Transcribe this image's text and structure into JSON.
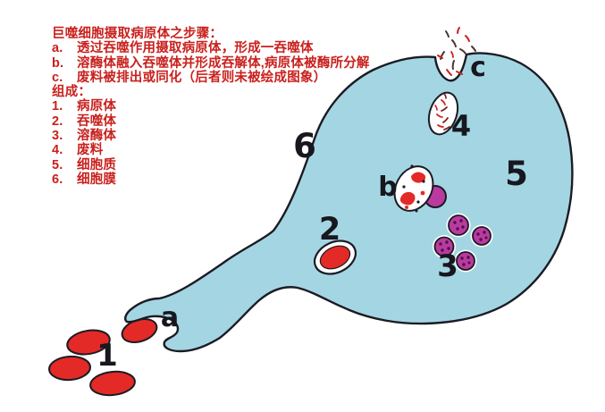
{
  "legend": {
    "title": "巨噬细胞摄取病原体之步骤：",
    "steps": [
      {
        "key": "a.",
        "text": "透过吞噬作用摄取病原体，形成一吞噬体"
      },
      {
        "key": "b.",
        "text": "溶酶体融入吞噬体并形成吞解体,病原体被酶所分解"
      },
      {
        "key": "c.",
        "text": "废料被排出或同化（后者则未被绘成图象）"
      }
    ],
    "components_title": "组成：",
    "components": [
      {
        "key": "1.",
        "text": "病原体"
      },
      {
        "key": "2.",
        "text": "吞噬体"
      },
      {
        "key": "3.",
        "text": "溶酶体"
      },
      {
        "key": "4.",
        "text": "废料"
      },
      {
        "key": "5.",
        "text": "细胞质"
      },
      {
        "key": "6.",
        "text": "细胞膜"
      }
    ]
  },
  "diagram": {
    "labels": {
      "a": "a",
      "b": "b",
      "c": "c",
      "n1": "1",
      "n2": "2",
      "n3": "3",
      "n4": "4",
      "n5": "5",
      "n6": "6"
    },
    "colors": {
      "cell_fill": "#a3d6e2",
      "membrane": "#1b1b24",
      "pathogen_red": "#e32a26",
      "lysosome_magenta": "#bb3aa0",
      "lysosome_dot": "#4a1245",
      "vesicle_white": "#ffffff",
      "label_black": "#17171f",
      "legend_red": "#c9211e",
      "debris_dark": "#4a3535"
    }
  }
}
